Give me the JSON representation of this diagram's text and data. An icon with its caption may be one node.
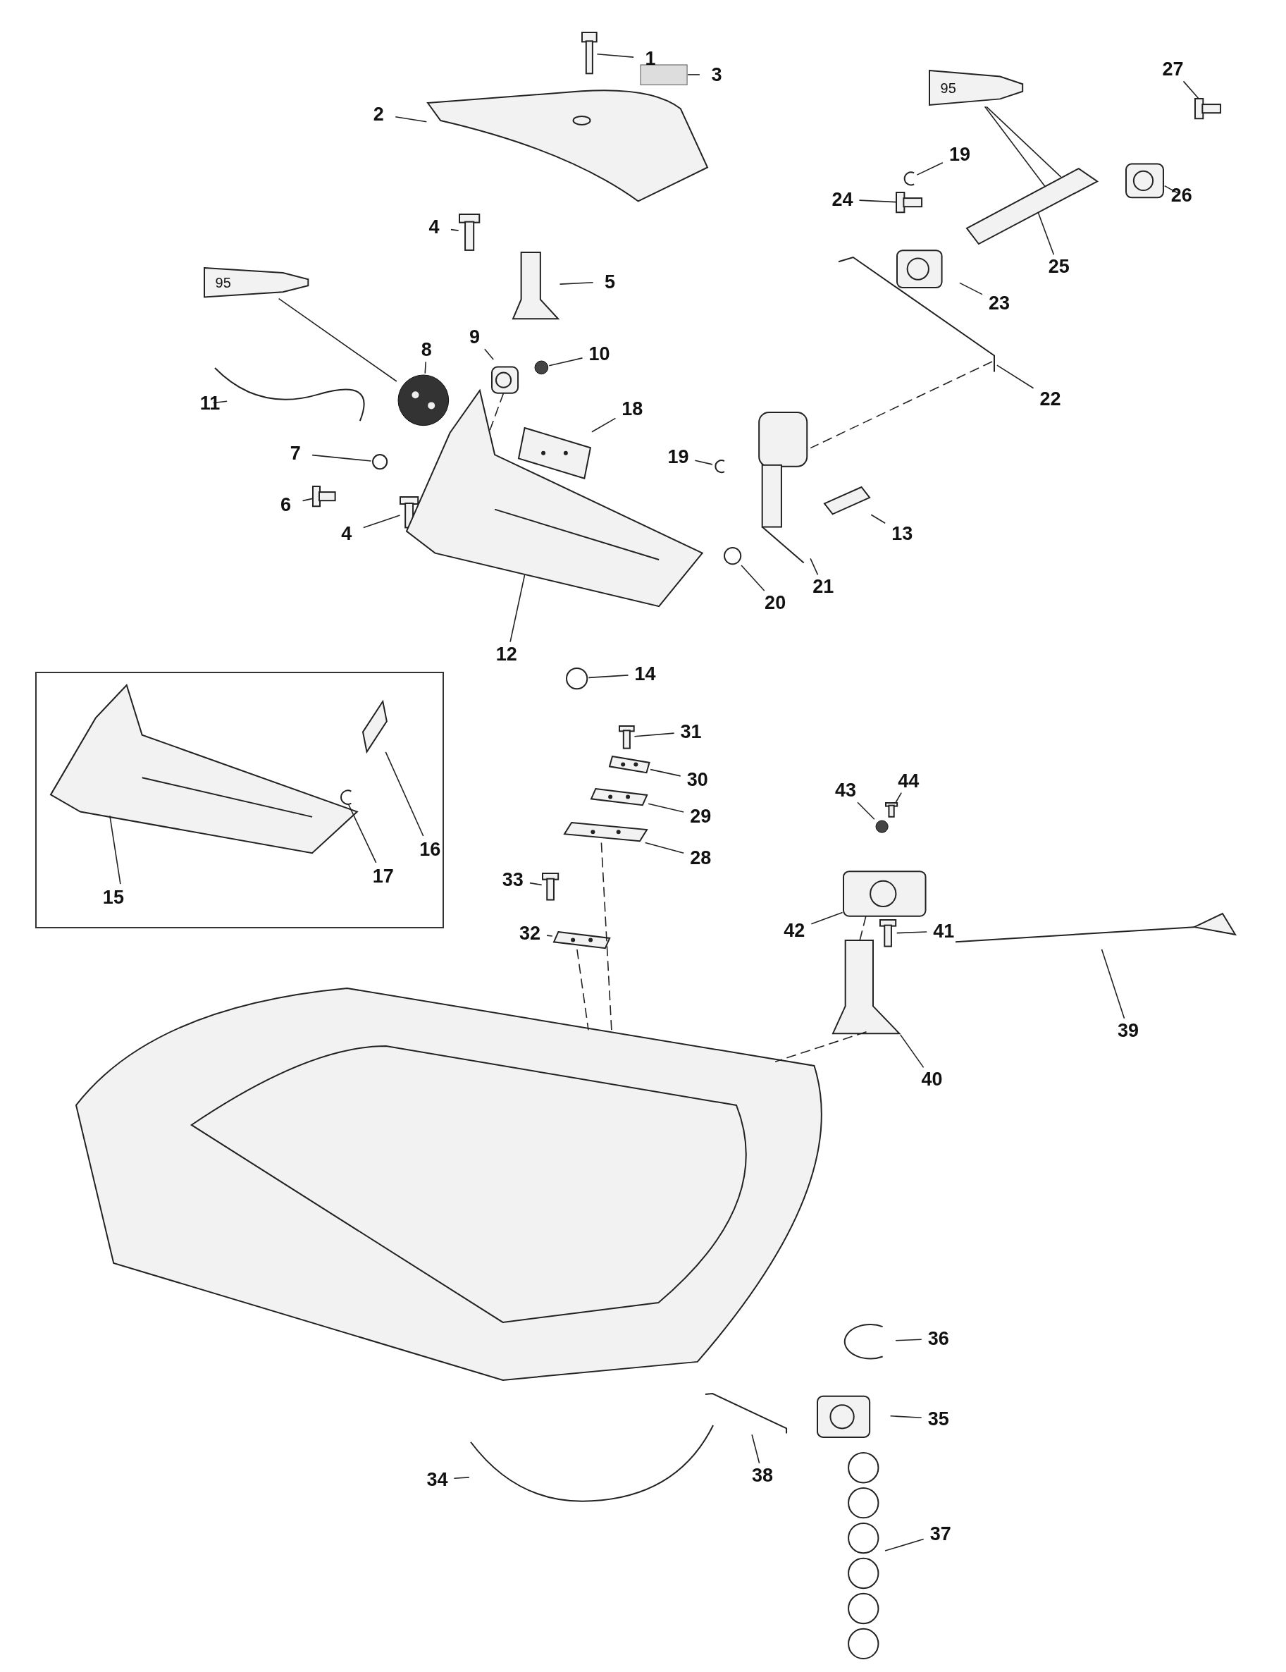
{
  "diagram": {
    "nodes": [
      {
        "text": [
          "1"
        ]
      },
      {
        "text": [],
        "shape": "picture"
      },
      {
        "text": [
          "2"
        ]
      },
      {
        "text": [],
        "shape": "picture"
      },
      {
        "text": [
          "3"
        ]
      },
      {
        "text": [],
        "shape": "box"
      },
      {
        "text": [
          "27"
        ]
      },
      {
        "text": [],
        "shape": "picture"
      },
      {
        "text": [
          "95"
        ]
      },
      {
        "text": [
          "19"
        ]
      },
      {
        "text": [],
        "shape": "picture"
      },
      {
        "text": [
          "24"
        ]
      },
      {
        "text": [],
        "shape": "picture"
      },
      {
        "text": [
          "26"
        ]
      },
      {
        "text": [],
        "shape": "picture"
      },
      {
        "text": [
          "25"
        ]
      },
      {
        "text": [],
        "shape": "picture"
      },
      {
        "text": [
          "4"
        ]
      },
      {
        "text": [],
        "shape": "picture"
      },
      {
        "text": [
          "5"
        ]
      },
      {
        "text": [],
        "shape": "picture"
      },
      {
        "text": [
          "23"
        ]
      },
      {
        "text": [],
        "shape": "picture"
      },
      {
        "text": [
          "95"
        ]
      },
      {
        "text": [
          "8"
        ]
      },
      {
        "text": [],
        "shape": "picture"
      },
      {
        "text": [
          "9"
        ]
      },
      {
        "text": [],
        "shape": "picture"
      },
      {
        "text": [
          "10"
        ]
      },
      {
        "text": [],
        "shape": "circle"
      },
      {
        "text": [
          "11"
        ]
      },
      {
        "text": [],
        "shape": "picture"
      },
      {
        "text": [
          "18"
        ]
      },
      {
        "text": [],
        "shape": "picture"
      },
      {
        "text": [
          "22"
        ]
      },
      {
        "text": [],
        "shape": "picture"
      },
      {
        "text": [
          "7"
        ]
      },
      {
        "text": [],
        "shape": "circle"
      },
      {
        "text": [
          "19"
        ]
      },
      {
        "text": [],
        "shape": "picture"
      },
      {
        "text": [
          "6"
        ]
      },
      {
        "text": [],
        "shape": "picture"
      },
      {
        "text": [
          "4"
        ]
      },
      {
        "text": [],
        "shape": "picture"
      },
      {
        "text": [
          "13"
        ]
      },
      {
        "text": [],
        "shape": "picture"
      },
      {
        "text": [
          "12"
        ]
      },
      {
        "text": [],
        "shape": "picture"
      },
      {
        "text": [
          "21"
        ]
      },
      {
        "text": [],
        "shape": "picture"
      },
      {
        "text": [
          "20"
        ]
      },
      {
        "text": [],
        "shape": "circle"
      },
      {
        "text": [
          "14"
        ]
      },
      {
        "text": [],
        "shape": "circle"
      },
      {
        "text": [],
        "shape": "box"
      },
      {
        "text": [
          "15"
        ],
        "in": 54
      },
      {
        "text": [],
        "shape": "picture",
        "in": 54
      },
      {
        "text": [
          "16"
        ],
        "in": 54
      },
      {
        "text": [],
        "shape": "picture",
        "in": 54
      },
      {
        "text": [
          "17"
        ],
        "in": 54
      },
      {
        "text": [],
        "shape": "picture",
        "in": 54
      },
      {
        "text": [
          "31"
        ]
      },
      {
        "text": [],
        "shape": "picture"
      },
      {
        "text": [
          "30"
        ]
      },
      {
        "text": [],
        "shape": "picture"
      },
      {
        "text": [
          "29"
        ]
      },
      {
        "text": [],
        "shape": "picture"
      },
      {
        "text": [
          "28"
        ]
      },
      {
        "text": [],
        "shape": "picture"
      },
      {
        "text": [
          "44"
        ]
      },
      {
        "text": [],
        "shape": "picture"
      },
      {
        "text": [
          "43"
        ]
      },
      {
        "text": [],
        "shape": "circle"
      },
      {
        "text": [
          "33"
        ]
      },
      {
        "text": [],
        "shape": "picture"
      },
      {
        "text": [
          "42"
        ]
      },
      {
        "text": [],
        "shape": "picture"
      },
      {
        "text": [
          "41"
        ]
      },
      {
        "text": [],
        "shape": "picture"
      },
      {
        "text": [
          "32"
        ]
      },
      {
        "text": [],
        "shape": "picture"
      },
      {
        "text": [
          "39"
        ]
      },
      {
        "text": [],
        "shape": "picture"
      },
      {
        "text": [
          "40"
        ]
      },
      {
        "text": [],
        "shape": "picture"
      },
      {
        "text": [],
        "shape": "picture"
      },
      {
        "text": [
          "36"
        ]
      },
      {
        "text": [],
        "shape": "picture"
      },
      {
        "text": [
          "35"
        ]
      },
      {
        "text": [],
        "shape": "picture"
      },
      {
        "text": [
          "38"
        ]
      },
      {
        "text": [],
        "shape": "picture"
      },
      {
        "text": [
          "34"
        ]
      },
      {
        "text": [],
        "shape": "picture"
      },
      {
        "text": [
          "37"
        ]
      },
      {
        "text": [],
        "shape": "picture"
      }
    ],
    "edges": [
      {
        "from": 0,
        "to": 1,
        "arrow": "none"
      },
      {
        "from": 2,
        "to": 3,
        "arrow": "none"
      },
      {
        "from": 4,
        "to": 5,
        "arrow": "none"
      },
      {
        "from": 6,
        "to": 7,
        "arrow": "none"
      },
      {
        "from": 9,
        "to": 10,
        "arrow": "none"
      },
      {
        "from": 11,
        "to": 12,
        "arrow": "none"
      },
      {
        "from": 13,
        "to": 14,
        "arrow": "none"
      },
      {
        "from": 15,
        "to": 16,
        "arrow": "none"
      },
      {
        "from": 17,
        "to": 18,
        "arrow": "none"
      },
      {
        "from": 19,
        "to": 20,
        "arrow": "none"
      },
      {
        "from": 21,
        "to": 22,
        "arrow": "none"
      },
      {
        "from": 24,
        "to": 25,
        "arrow": "none"
      },
      {
        "from": 26,
        "to": 27,
        "arrow": "none"
      },
      {
        "from": 28,
        "to": 29,
        "arrow": "none"
      },
      {
        "from": 30,
        "to": 31,
        "arrow": "none"
      },
      {
        "from": 32,
        "to": 33,
        "arrow": "none"
      },
      {
        "from": 34,
        "to": 35,
        "arrow": "none"
      },
      {
        "from": 36,
        "to": 37,
        "arrow": "none"
      },
      {
        "from": 38,
        "to": 39,
        "arrow": "none"
      },
      {
        "from": 40,
        "to": 41,
        "arrow": "none"
      },
      {
        "from": 42,
        "to": 43,
        "arrow": "none"
      },
      {
        "from": 44,
        "to": 45,
        "arrow": "none"
      },
      {
        "from": 46,
        "to": 47,
        "arrow": "none"
      },
      {
        "from": 48,
        "to": 49,
        "arrow": "none"
      },
      {
        "from": 50,
        "to": 51,
        "arrow": "none"
      },
      {
        "from": 52,
        "to": 53,
        "arrow": "none"
      },
      {
        "from": 55,
        "to": 56,
        "arrow": "none"
      },
      {
        "from": 57,
        "to": 58,
        "arrow": "none"
      },
      {
        "from": 59,
        "to": 60,
        "arrow": "none"
      },
      {
        "from": 61,
        "to": 62,
        "arrow": "none"
      },
      {
        "from": 63,
        "to": 64,
        "arrow": "none"
      },
      {
        "from": 65,
        "to": 66,
        "arrow": "none"
      },
      {
        "from": 67,
        "to": 68,
        "arrow": "none"
      },
      {
        "from": 69,
        "to": 70,
        "arrow": "none"
      },
      {
        "from": 71,
        "to": 72,
        "arrow": "none"
      },
      {
        "from": 73,
        "to": 74,
        "arrow": "none"
      },
      {
        "from": 75,
        "to": 76,
        "arrow": "none"
      },
      {
        "from": 77,
        "to": 78,
        "arrow": "none"
      },
      {
        "from": 79,
        "to": 80,
        "arrow": "none"
      },
      {
        "from": 81,
        "to": 82,
        "arrow": "none"
      },
      {
        "from": 83,
        "to": 84,
        "arrow": "none"
      },
      {
        "from": 86,
        "to": 87,
        "arrow": "none"
      },
      {
        "from": 88,
        "to": 89,
        "arrow": "none"
      },
      {
        "from": 90,
        "to": 91,
        "arrow": "none"
      },
      {
        "from": 92,
        "to": 93,
        "arrow": "none"
      },
      {
        "from": 94,
        "to": 95,
        "arrow": "none"
      },
      {
        "from": 8,
        "to": 16,
        "arrow": "none"
      },
      {
        "from": 8,
        "to": 16,
        "arrow": "none"
      },
      {
        "from": 23,
        "to": 25,
        "arrow": "none"
      },
      {
        "from": 27,
        "to": 47,
        "arrow": "none",
        "style": "dashed"
      },
      {
        "from": 35,
        "to": 49,
        "arrow": "none",
        "style": "dashed"
      },
      {
        "from": 80,
        "to": 85,
        "arrow": "none",
        "style": "dashed"
      },
      {
        "from": 68,
        "to": 85,
        "arrow": "none",
        "style": "dashed"
      },
      {
        "from": 84,
        "to": 85,
        "arrow": "none",
        "style": "dashed"
      },
      {
        "from": 76,
        "to": 84,
        "arrow": "none",
        "style": "dashed"
      }
    ]
  }
}
